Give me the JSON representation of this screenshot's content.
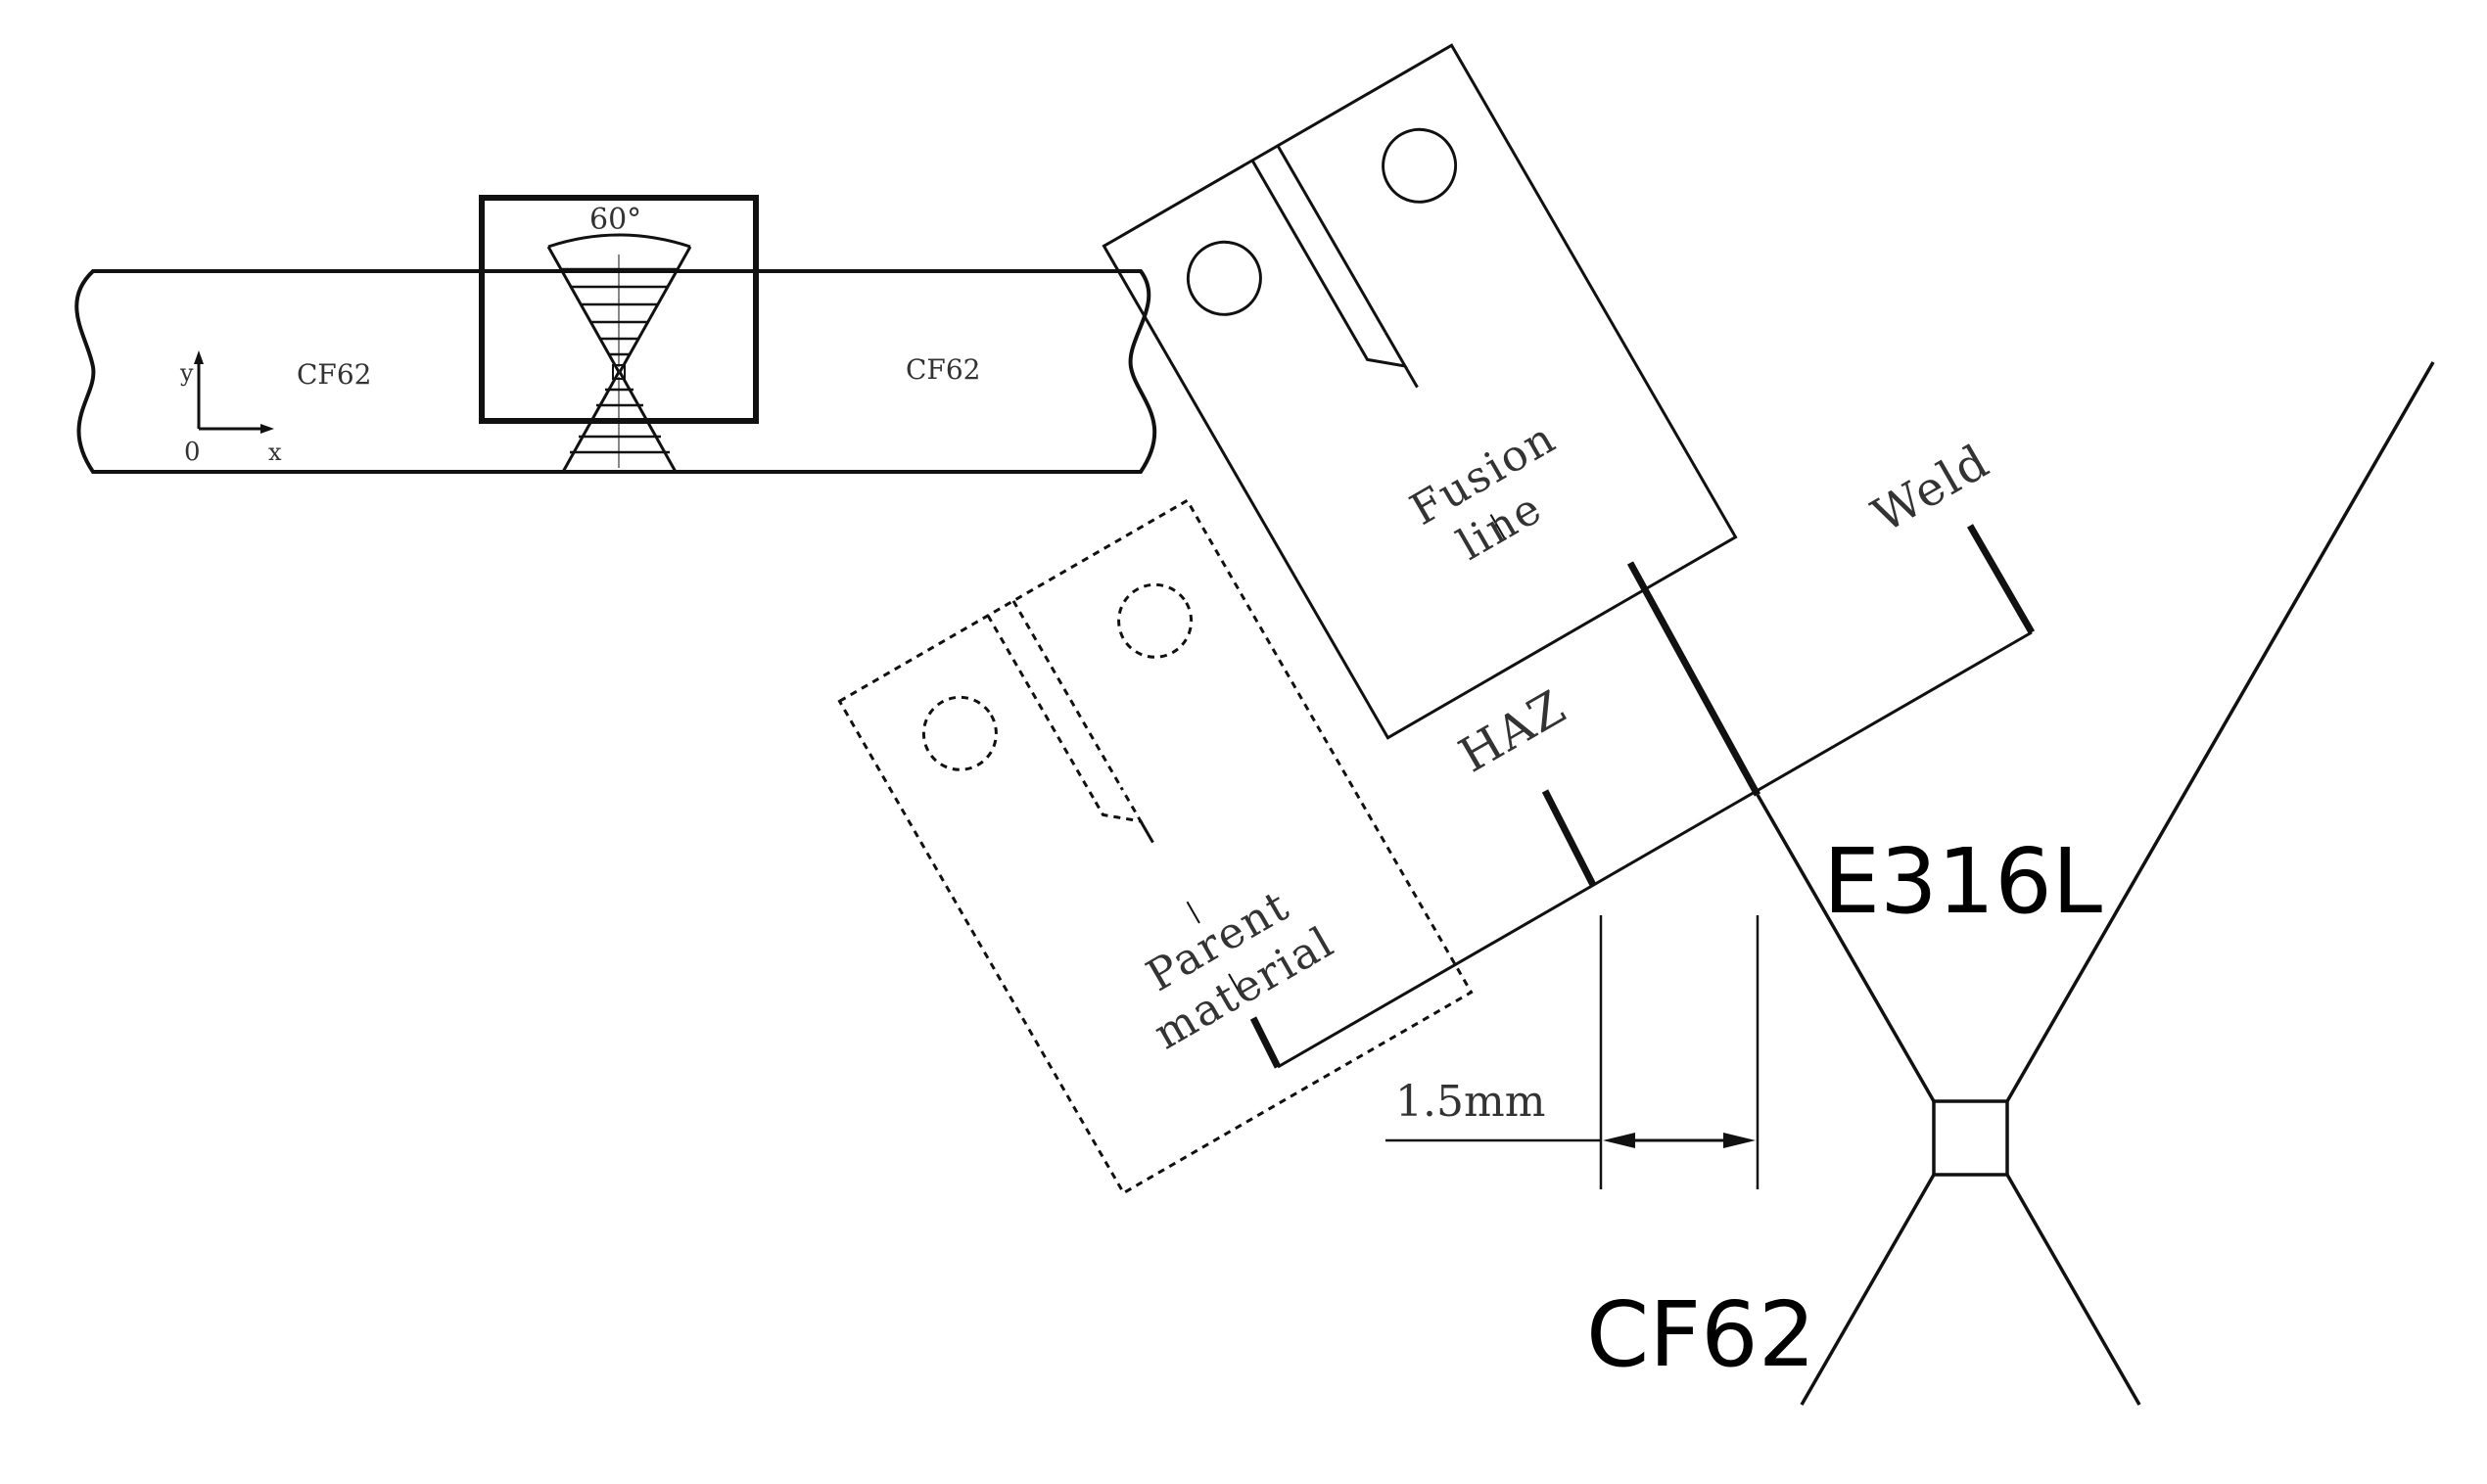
{
  "overview": {
    "groove_angle": "60°",
    "left_material": "CF62",
    "right_material": "CF62",
    "axis_y": "y",
    "axis_x": "x",
    "origin": "0"
  },
  "specimens": {
    "fusion_line_1": "Fusion",
    "fusion_line_2": "line",
    "parent_material_1": "Parent",
    "parent_material_2": "material"
  },
  "notch_locations": {
    "weld": "Weld",
    "haz": "HAZ"
  },
  "dimension": {
    "offset": "1.5mm"
  },
  "materials": {
    "weld_metal": "E316L",
    "base_metal": "CF62"
  },
  "colors": {
    "line": "#111111",
    "text_gray": "#333333",
    "background": "#ffffff"
  }
}
